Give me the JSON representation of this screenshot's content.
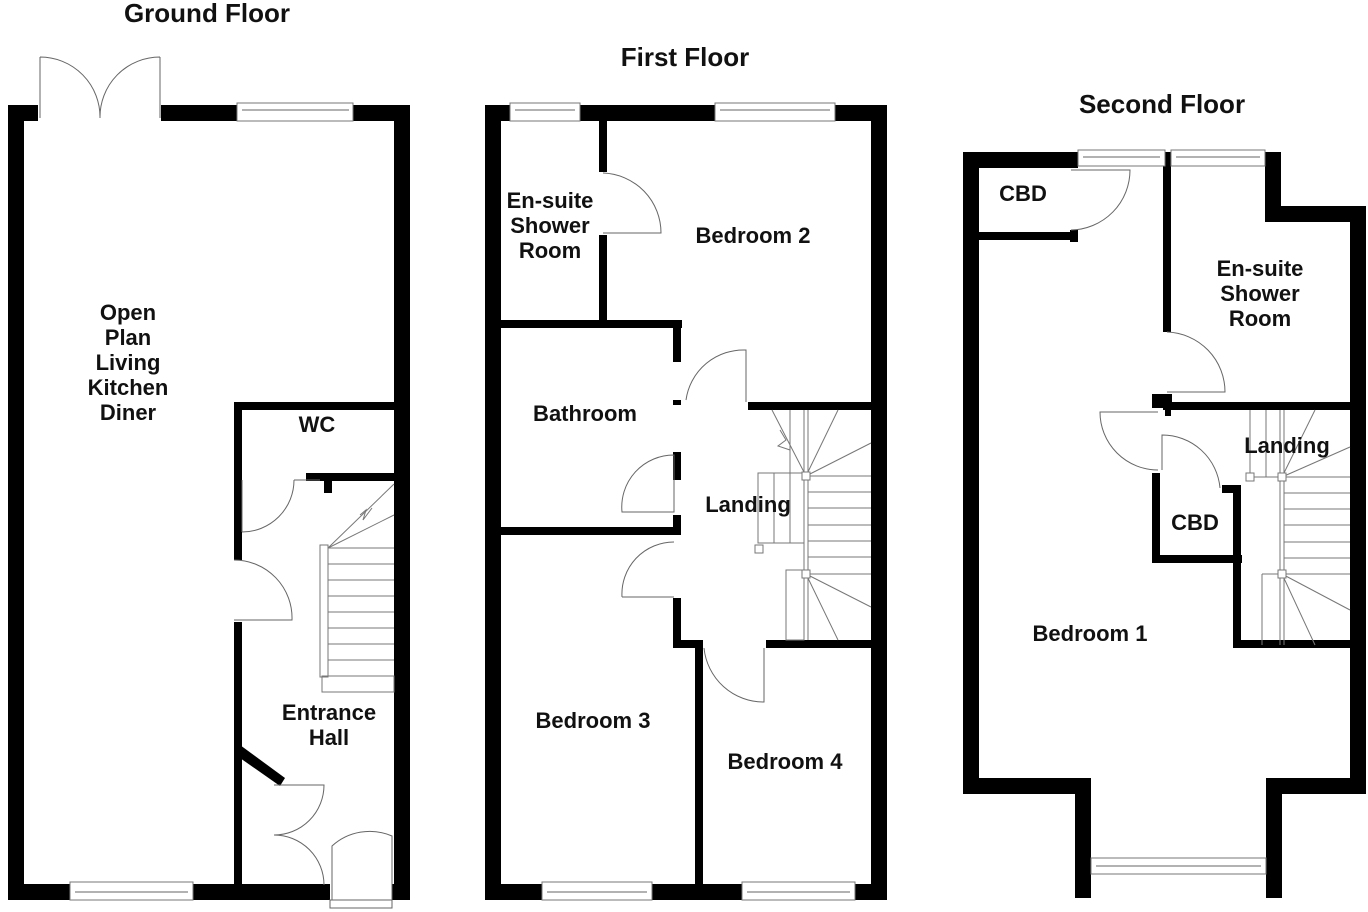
{
  "floors": [
    {
      "title": "Ground Floor",
      "rooms": [
        {
          "label": "Open\nPlan\nLiving\nKitchen\nDiner"
        },
        {
          "label": "WC"
        },
        {
          "label": "Entrance\nHall"
        }
      ]
    },
    {
      "title": "First Floor",
      "rooms": [
        {
          "label": "En-suite\nShower\nRoom"
        },
        {
          "label": "Bedroom 2"
        },
        {
          "label": "Bathroom"
        },
        {
          "label": "Landing"
        },
        {
          "label": "Bedroom 3"
        },
        {
          "label": "Bedroom 4"
        }
      ]
    },
    {
      "title": "Second Floor",
      "rooms": [
        {
          "label": "CBD"
        },
        {
          "label": "En-suite\nShower\nRoom"
        },
        {
          "label": "Landing"
        },
        {
          "label": "CBD"
        },
        {
          "label": "Bedroom 1"
        }
      ]
    }
  ],
  "colors": {
    "wall": "#000000",
    "line": "#666666",
    "background": "#ffffff"
  }
}
